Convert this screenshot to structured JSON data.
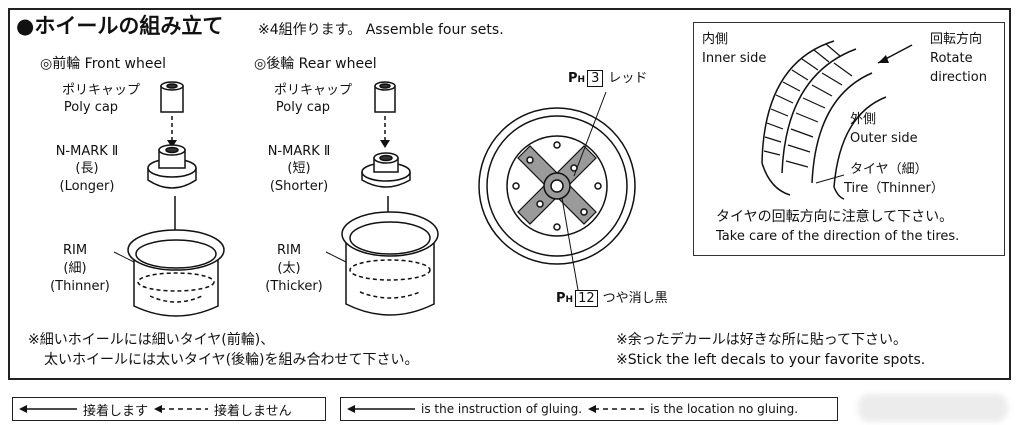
{
  "header": {
    "title": "●ホイールの組み立て",
    "note": "※4組作ります。 Assemble four sets."
  },
  "front": {
    "heading": "◎前輪 Front wheel",
    "polycap_jp": "ポリキャップ",
    "polycap_en": "Poly cap",
    "nmark": "N-MARK Ⅱ",
    "nmark_jp": "(長)",
    "nmark_en": "(Longer)",
    "rim": "RIM",
    "rim_jp": "(細)",
    "rim_en": "(Thinner)"
  },
  "rear": {
    "heading": "◎後輪 Rear wheel",
    "polycap_jp": "ポリキャップ",
    "polycap_en": "Poly cap",
    "nmark": "N-MARK Ⅱ",
    "nmark_jp": "(短)",
    "nmark_en": "(Shorter)",
    "rim": "RIM",
    "rim_jp": "(太)",
    "rim_en": "(Thicker)"
  },
  "paint": {
    "ph3_prefix": "P",
    "ph3_sub": "H",
    "ph3_num": "3",
    "ph3_label": "レッド",
    "ph12_prefix": "P",
    "ph12_sub": "H",
    "ph12_num": "12",
    "ph12_label": "つや消し黒"
  },
  "tip": {
    "inner_jp": "内側",
    "inner_en": "Inner side",
    "rotate_jp": "回転方向",
    "rotate_en1": "Rotate",
    "rotate_en2": "direction",
    "outer_jp": "外側",
    "outer_en": "Outer side",
    "tire_jp": "タイヤ（細）",
    "tire_en": "Tire（Thinner）",
    "caution_jp": "タイヤの回転方向に注意して下さい。",
    "caution_en": "Take care of the direction of the tires."
  },
  "notes": {
    "left1": "※細いホイールには細いタイヤ(前輪)、",
    "left2": "太いホイールには太いタイヤ(後輪)を組み合わせて下さい。",
    "right1": "※余ったデカールは好きな所に貼って下さい。",
    "right2": "※Stick the left decals to your favorite spots."
  },
  "legend_jp": {
    "glue": "接着します",
    "noglue": "接着しません"
  },
  "legend_en": {
    "glue": "is the instruction of gluing.",
    "noglue": "is the location no gluing."
  },
  "colors": {
    "spoke_gray": "#9a9a9a",
    "ink": "#111111"
  }
}
